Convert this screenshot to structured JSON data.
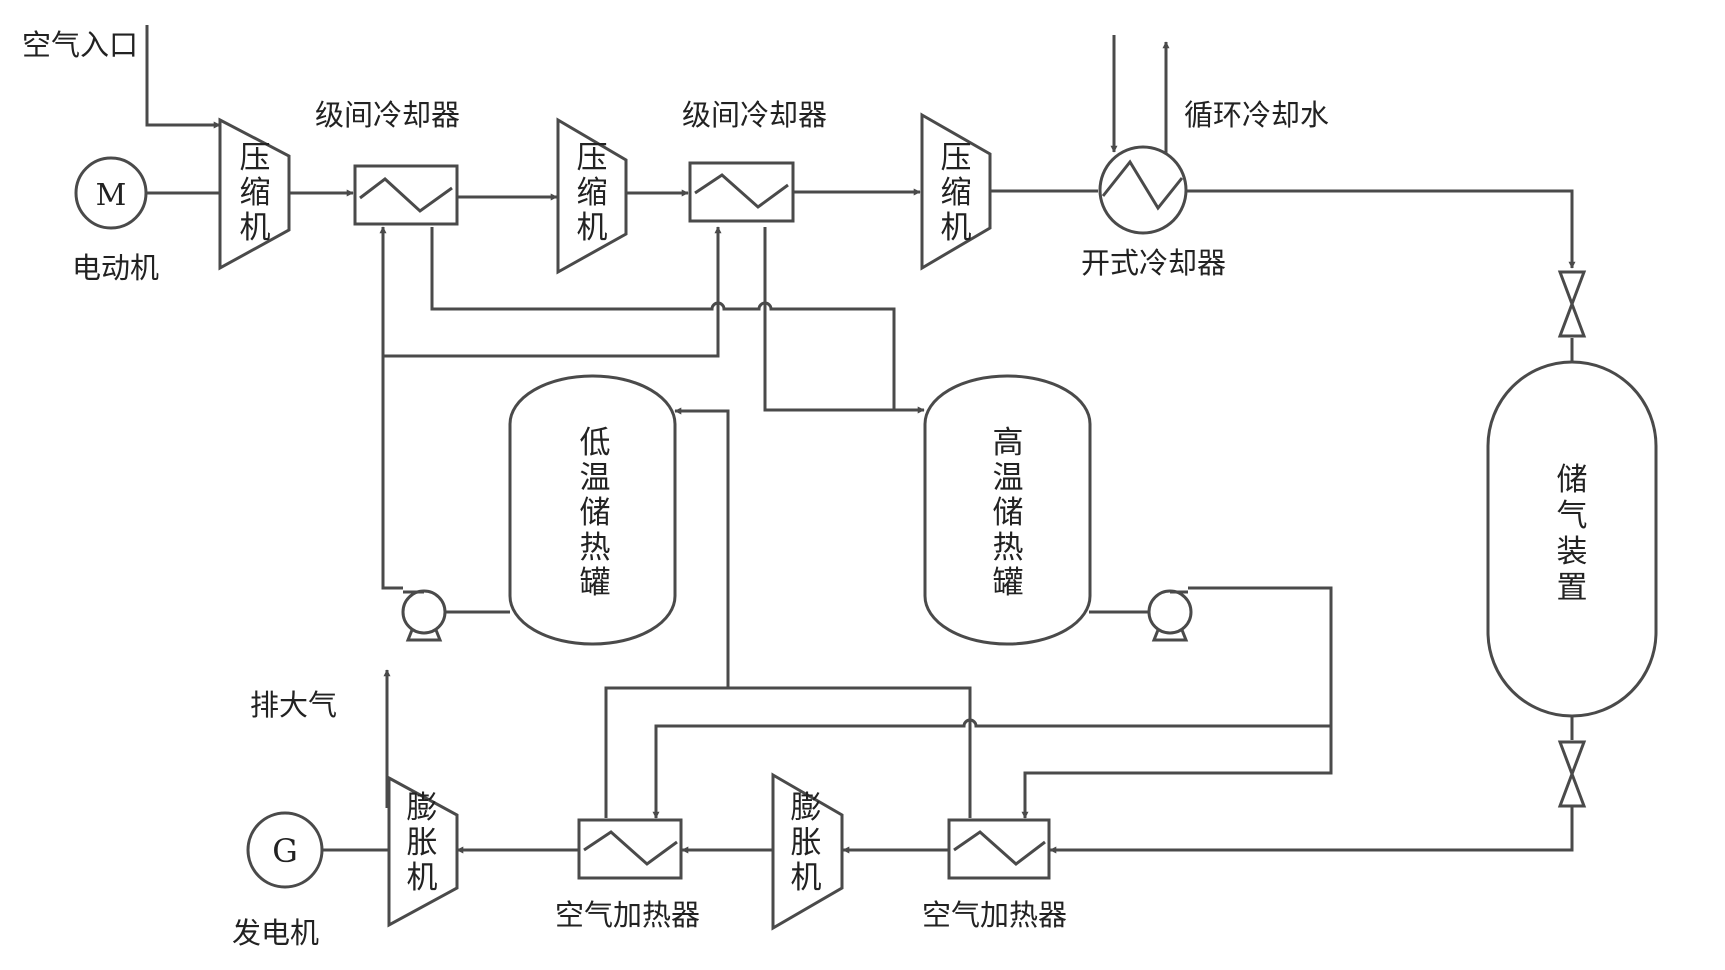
{
  "diagram": {
    "labels": {
      "air_inlet": "空气入口",
      "motor": "电动机",
      "motor_symbol": "M",
      "intercooler_1": "级间冷却器",
      "intercooler_2": "级间冷却器",
      "cooling_water": "循环冷却水",
      "open_cooler": "开式冷却器",
      "low_temp_tank": [
        "低",
        "温",
        "储",
        "热",
        "罐"
      ],
      "high_temp_tank": [
        "高",
        "温",
        "储",
        "热",
        "罐"
      ],
      "gas_storage": [
        "储",
        "气",
        "装",
        "置"
      ],
      "compressor": [
        "压",
        "缩",
        "机"
      ],
      "expander": [
        "膨",
        "胀",
        "机"
      ],
      "exhaust": "排大气",
      "generator": "发电机",
      "generator_symbol": "G",
      "air_heater_1": "空气加热器",
      "air_heater_2": "空气加热器"
    },
    "colors": {
      "line": "#4a4a4a",
      "text": "#222222",
      "background": "#ffffff"
    }
  }
}
